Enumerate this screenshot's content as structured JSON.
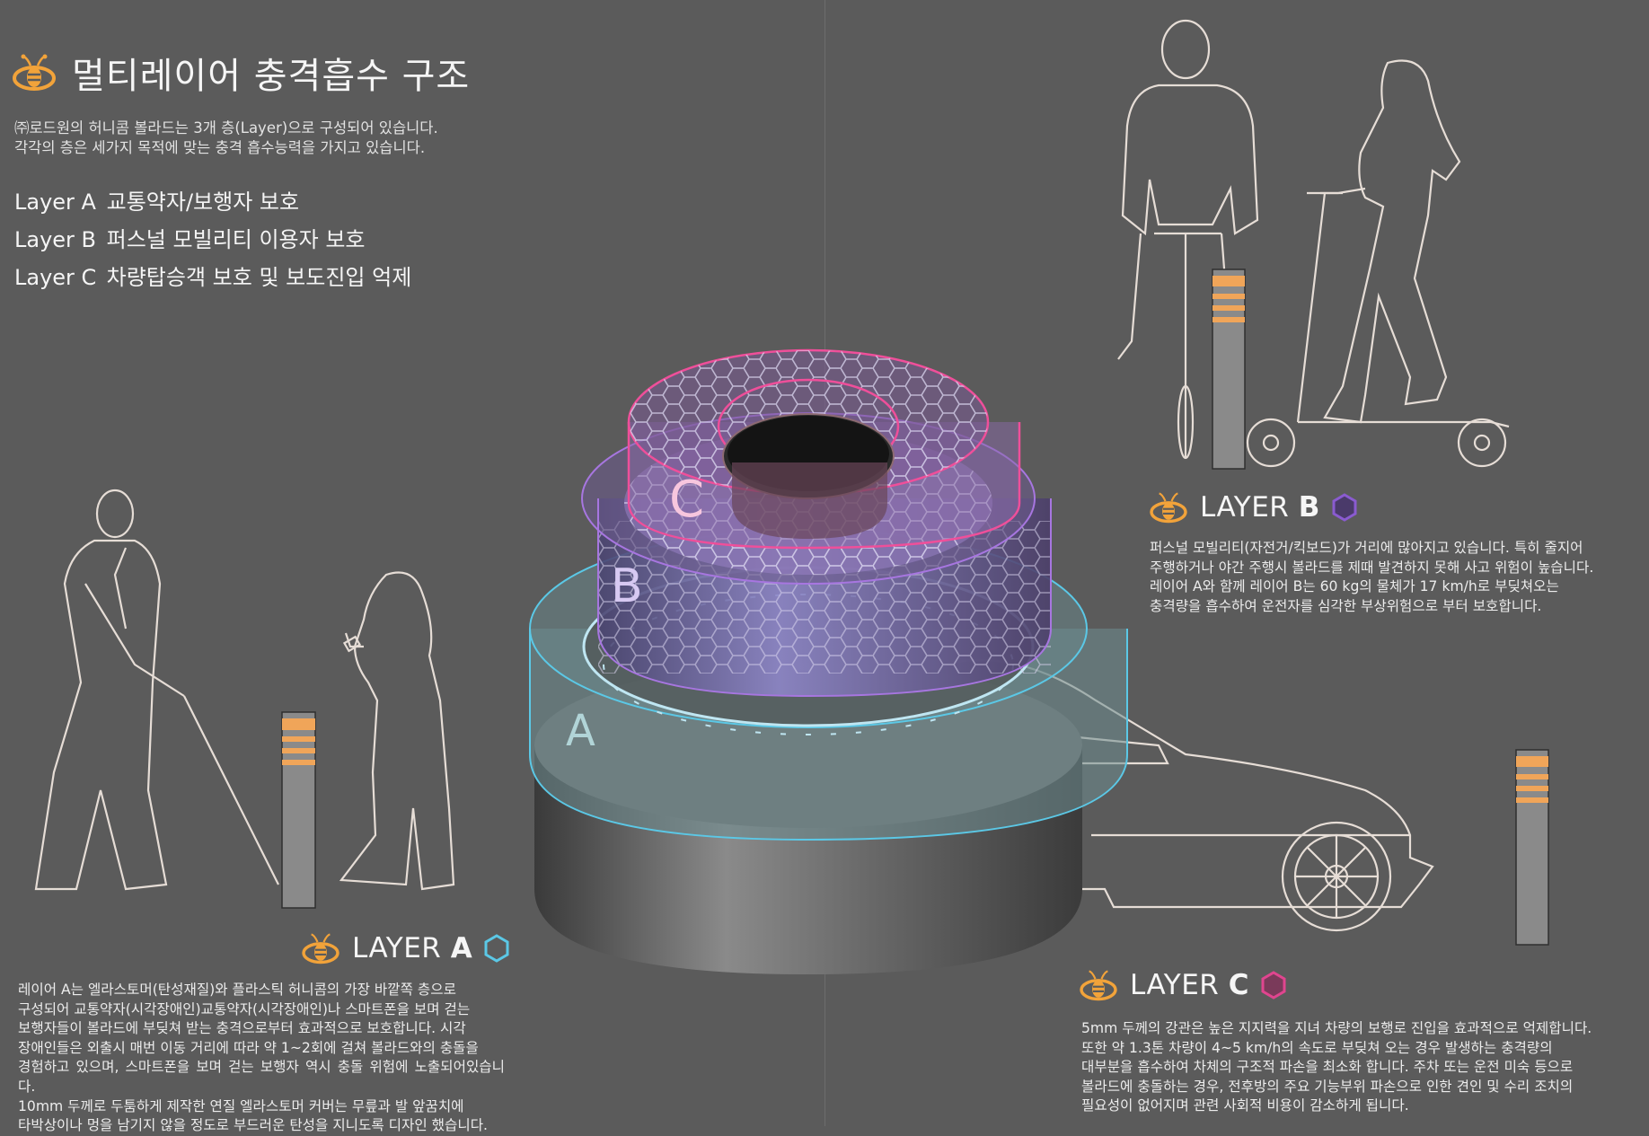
{
  "header": {
    "title": "멀티레이어 충격흡수 구조",
    "intro_lines": [
      "㈜로드원의 허니콤 볼라드는 3개 층(Layer)으로 구성되어 있습니다.",
      "각각의 층은 세가지 목적에 맞는 충격 흡수능력을 가지고 있습니다."
    ]
  },
  "layer_list": [
    {
      "label": "Layer A",
      "desc": "교통약자/보행자 보호"
    },
    {
      "label": "Layer B",
      "desc": "퍼스널 모빌리티 이용자 보호"
    },
    {
      "label": "Layer C",
      "desc": "차량탑승객 보호 및 보도진입 억제"
    }
  ],
  "diagram_labels": {
    "a": "A",
    "b": "B",
    "c": "C"
  },
  "sections": {
    "a": {
      "title_prefix": "LAYER",
      "title_letter": "A",
      "hex_color": "#5bc8e6",
      "body": [
        "레이어 A는 엘라스토머(탄성재질)와 플라스틱 허니콤의 가장 바깥쪽 층으로",
        "구성되어 교통약자(시각장애인)교통약자(시각장애인)나 스마트폰을 보며 걷는",
        "보행자들이 볼라드에 부딪쳐 받는 충격으로부터 효과적으로 보호합니다. 시각",
        "장애인들은 외출시 매번 이동 거리에 따라 약 1~2회에 걸쳐 볼라드와의 충돌을",
        "경험하고 있으며, 스마트폰을 보며 걷는 보행자 역시 충돌 위험에 노출되어있습니다.",
        "10mm 두께로 두툼하게 제작한 연질 엘라스토머 커버는 무릎과 발 앞꿈치에",
        "타박상이나 멍을 남기지 않을 정도로 부드러운 탄성을 지니도록 디자인 했습니다."
      ]
    },
    "b": {
      "title_prefix": "LAYER",
      "title_letter": "B",
      "hex_color": "#8a5bd0",
      "body": [
        "퍼스널 모빌리티(자전거/킥보드)가 거리에 많아지고 있습니다. 특히 줄지어",
        "주행하거나 야간 주행시 볼라드를 제때 발견하지 못해 사고 위험이 높습니다.",
        "레이어 A와 함께 레이어 B는 60 kg의 물체가 17 km/h로 부딪쳐오는",
        "충격량을 흡수하여 운전자를 심각한 부상위험으로 부터 보호합니다."
      ]
    },
    "c": {
      "title_prefix": "LAYER",
      "title_letter": "C",
      "hex_color": "#e0458f",
      "body": [
        "5mm 두께의 강관은 높은 지지력을 지녀 차량의 보행로 진입을 효과적으로 억제합니다.",
        "또한 약 1.3톤 차량이 4~5 km/h의 속도로 부딪쳐 오는 경우 발생하는 충격량의",
        "대부분을 흡수하여 차체의 구조적 파손을 최소화 합니다. 주차 또는 운전 미숙 등으로",
        "볼라드에 충돌하는 경우, 전후방의 주요 기능부위 파손으로 인한 견인 및 수리 조치의",
        "필요성이 없어지며 관련 사회적 비용이 감소하게 됩니다."
      ]
    }
  },
  "colors": {
    "background": "#5b5b5b",
    "accent_orange": "#f2a33a",
    "layer_a": "#5bc8e6",
    "layer_b": "#8a5bd0",
    "layer_c": "#e0458f",
    "line_art": "#e6ddd6"
  },
  "icons": [
    "bee-logo-icon",
    "hexagon-icon"
  ]
}
